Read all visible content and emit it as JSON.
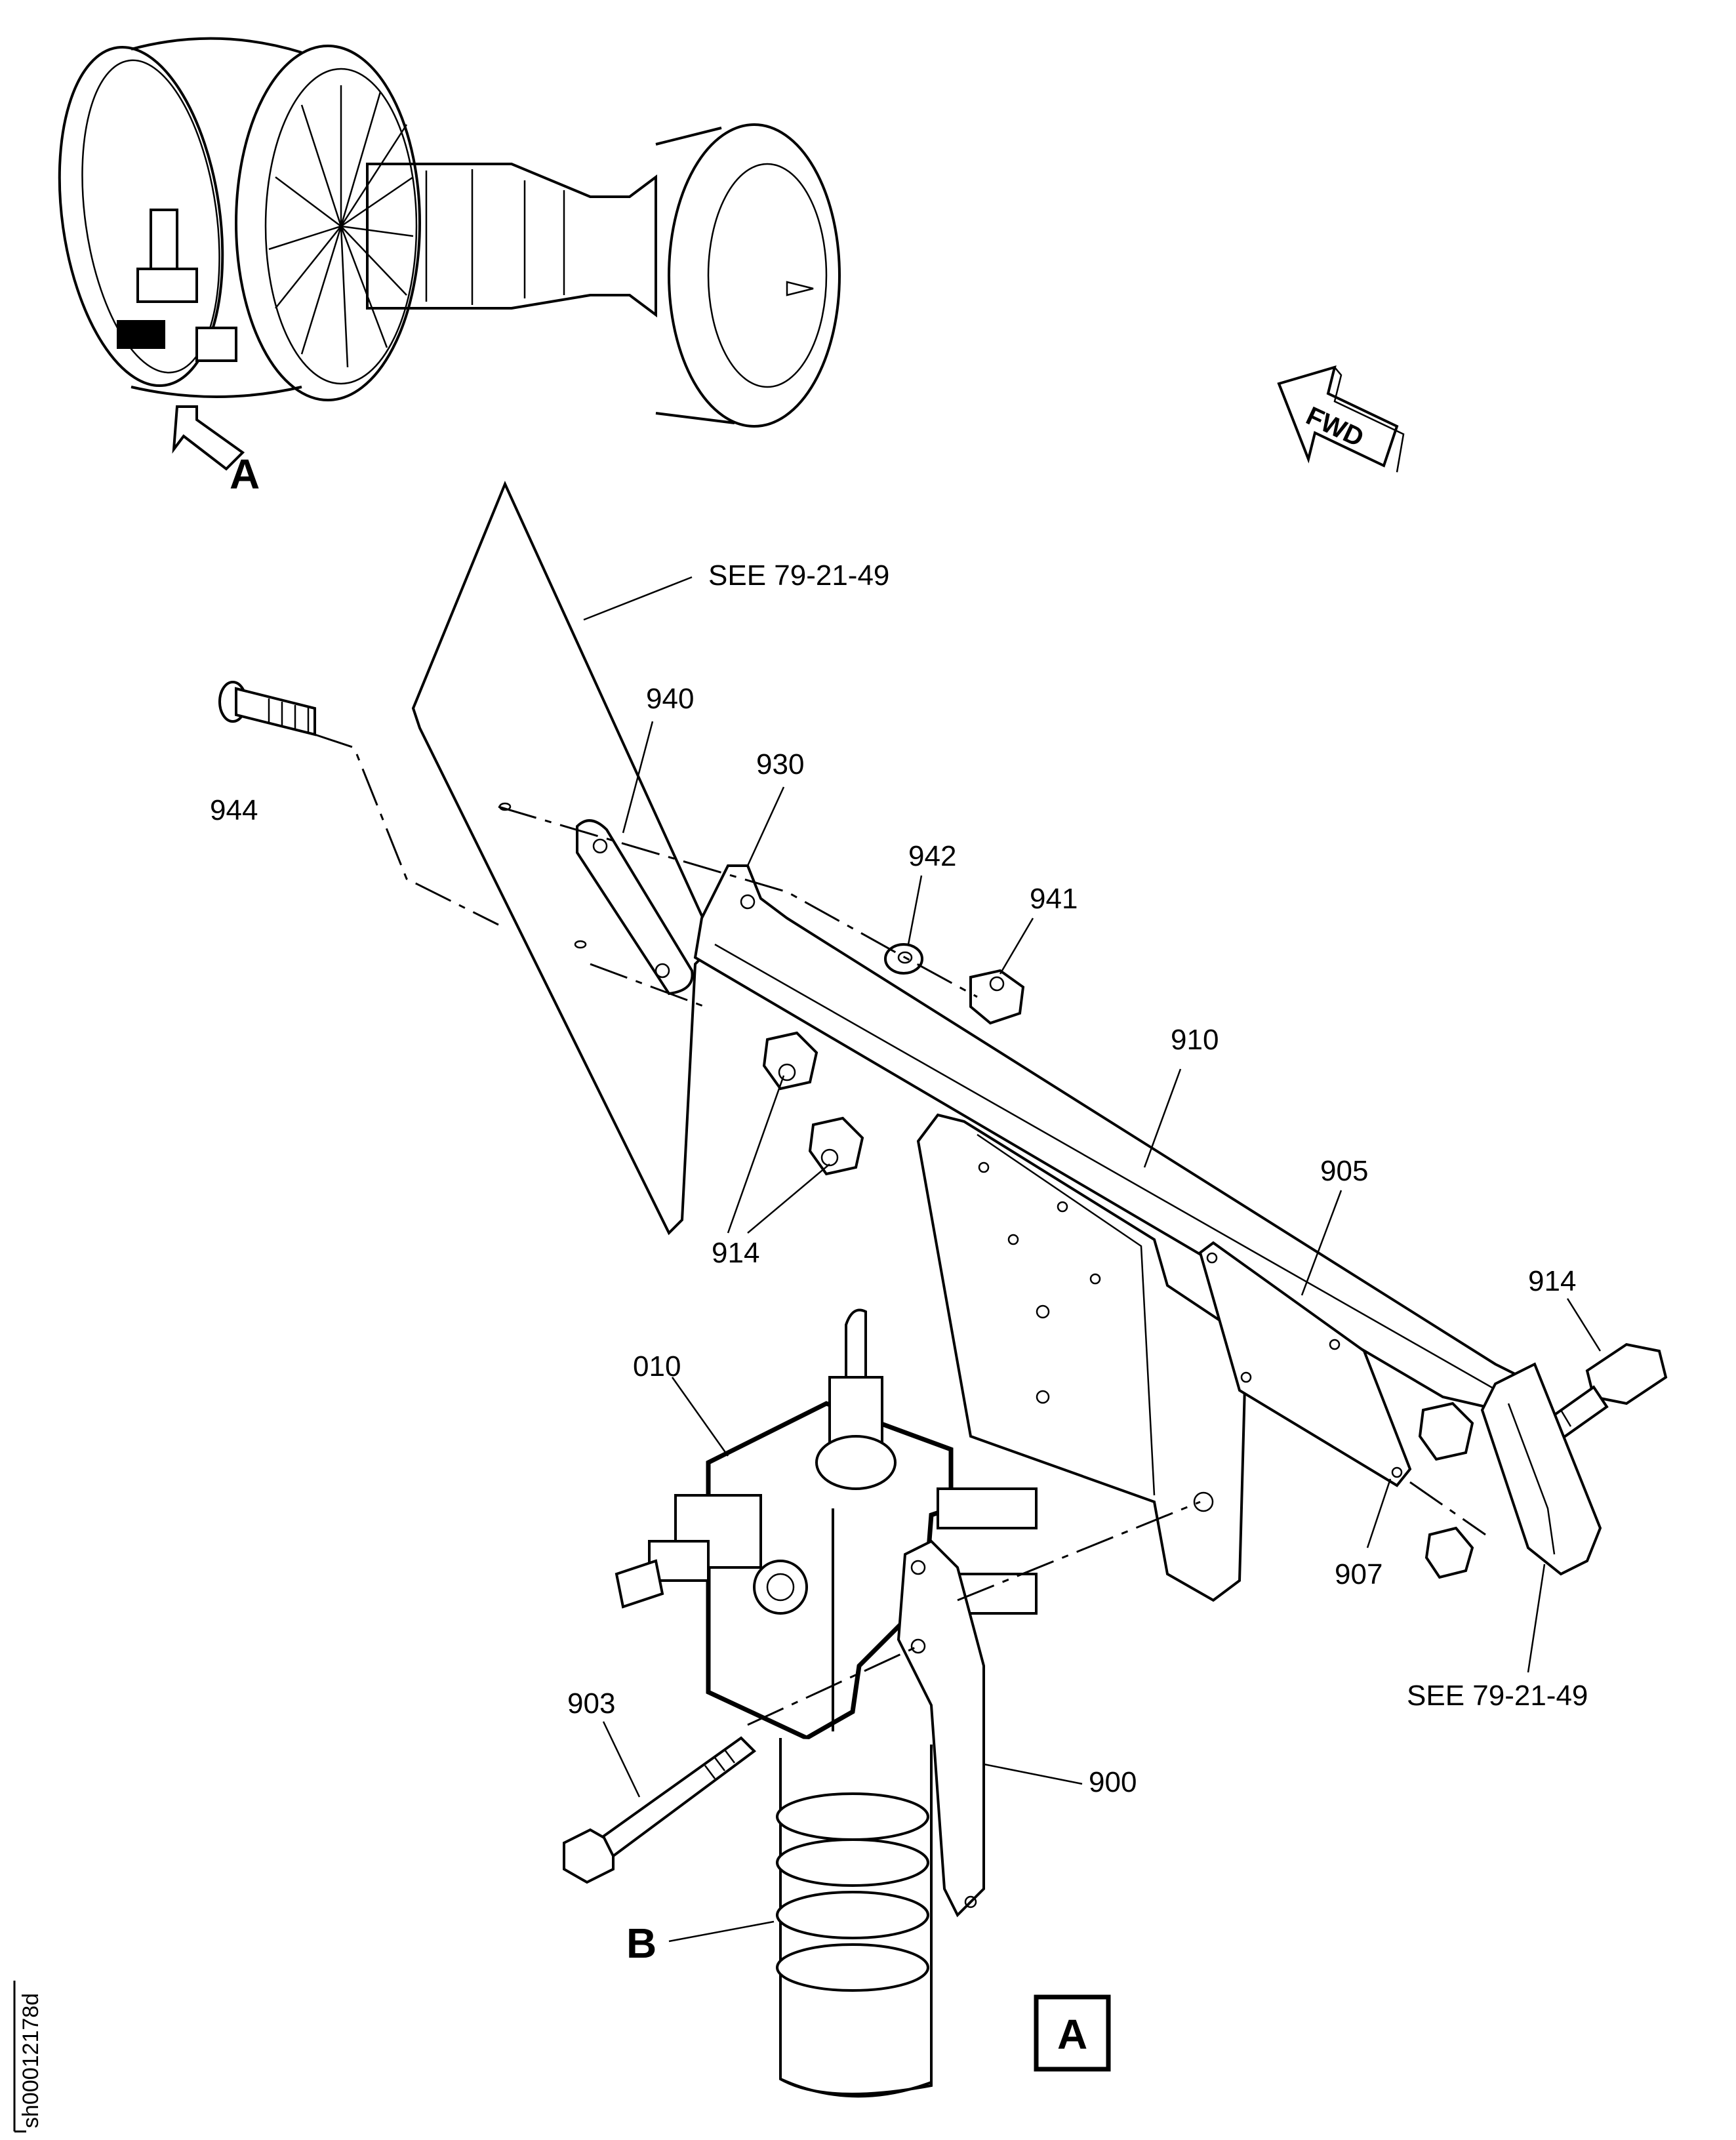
{
  "figure": {
    "view_label": "A",
    "view_box_label": "A",
    "detail_label": "B",
    "direction_arrow": "FWD",
    "document_id": "sh00012178d",
    "references": [
      "SEE 79-21-49",
      "SEE 79-21-49"
    ]
  },
  "callouts": {
    "c944": "944",
    "c940": "940",
    "c930": "930",
    "c942": "942",
    "c941": "941",
    "c910": "910",
    "c905": "905",
    "c914a": "914",
    "c914b": "914",
    "c010": "010",
    "c907": "907",
    "c903": "903",
    "c900": "900"
  }
}
